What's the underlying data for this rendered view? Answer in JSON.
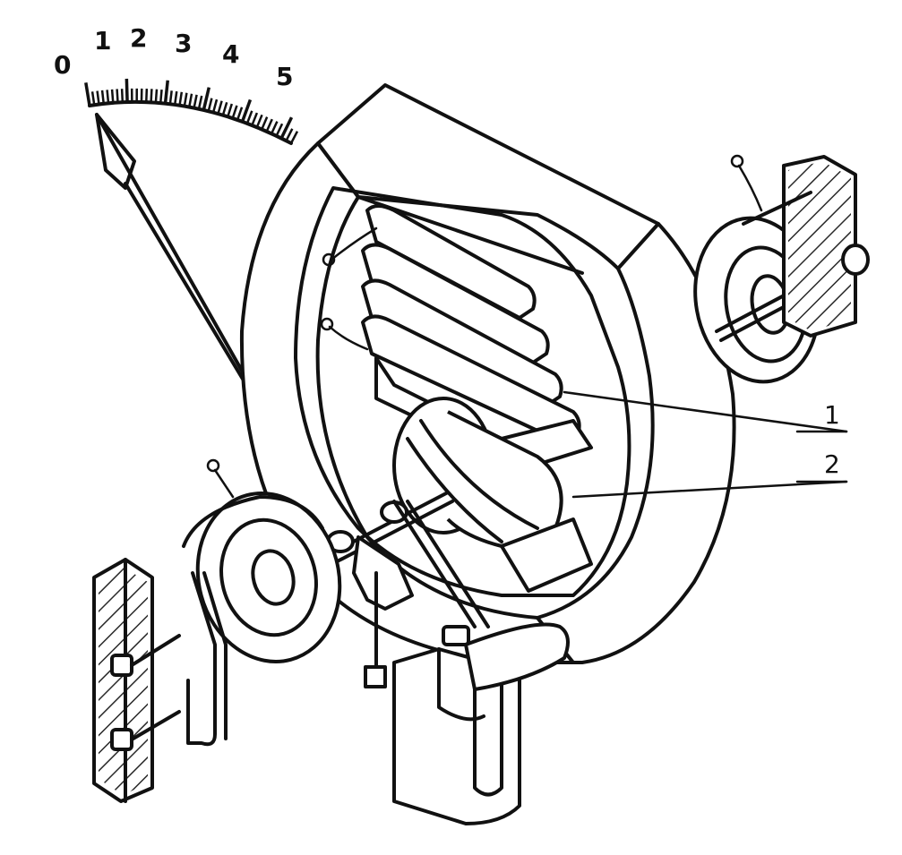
{
  "scale": {
    "labels": [
      "0",
      "1",
      "2",
      "3",
      "4",
      "5"
    ]
  },
  "callouts": [
    {
      "label": "1"
    },
    {
      "label": "2"
    }
  ]
}
